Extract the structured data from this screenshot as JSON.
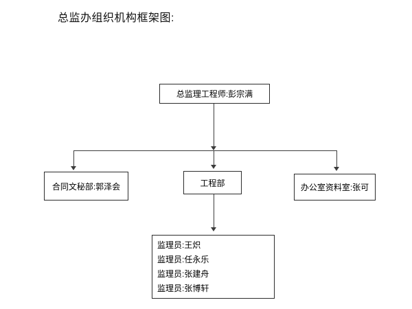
{
  "page": {
    "title": "总监办组织机构框架图:"
  },
  "colors": {
    "background": "#ffffff",
    "box_border": "#2b2b2b",
    "connector_line": "#3c3c3c",
    "text": "#000000"
  },
  "org_chart": {
    "root": {
      "label": "总监理工程师:彭宗满"
    },
    "level2": [
      {
        "label": "合同文秘部:郭泽会"
      },
      {
        "label": "工程部"
      },
      {
        "label": "办公室资料室:张可"
      }
    ],
    "level3": {
      "members": [
        "监理员:王炽",
        "监理员:任永乐",
        "监理员:张建舟",
        "监理员:张博轩"
      ]
    }
  }
}
